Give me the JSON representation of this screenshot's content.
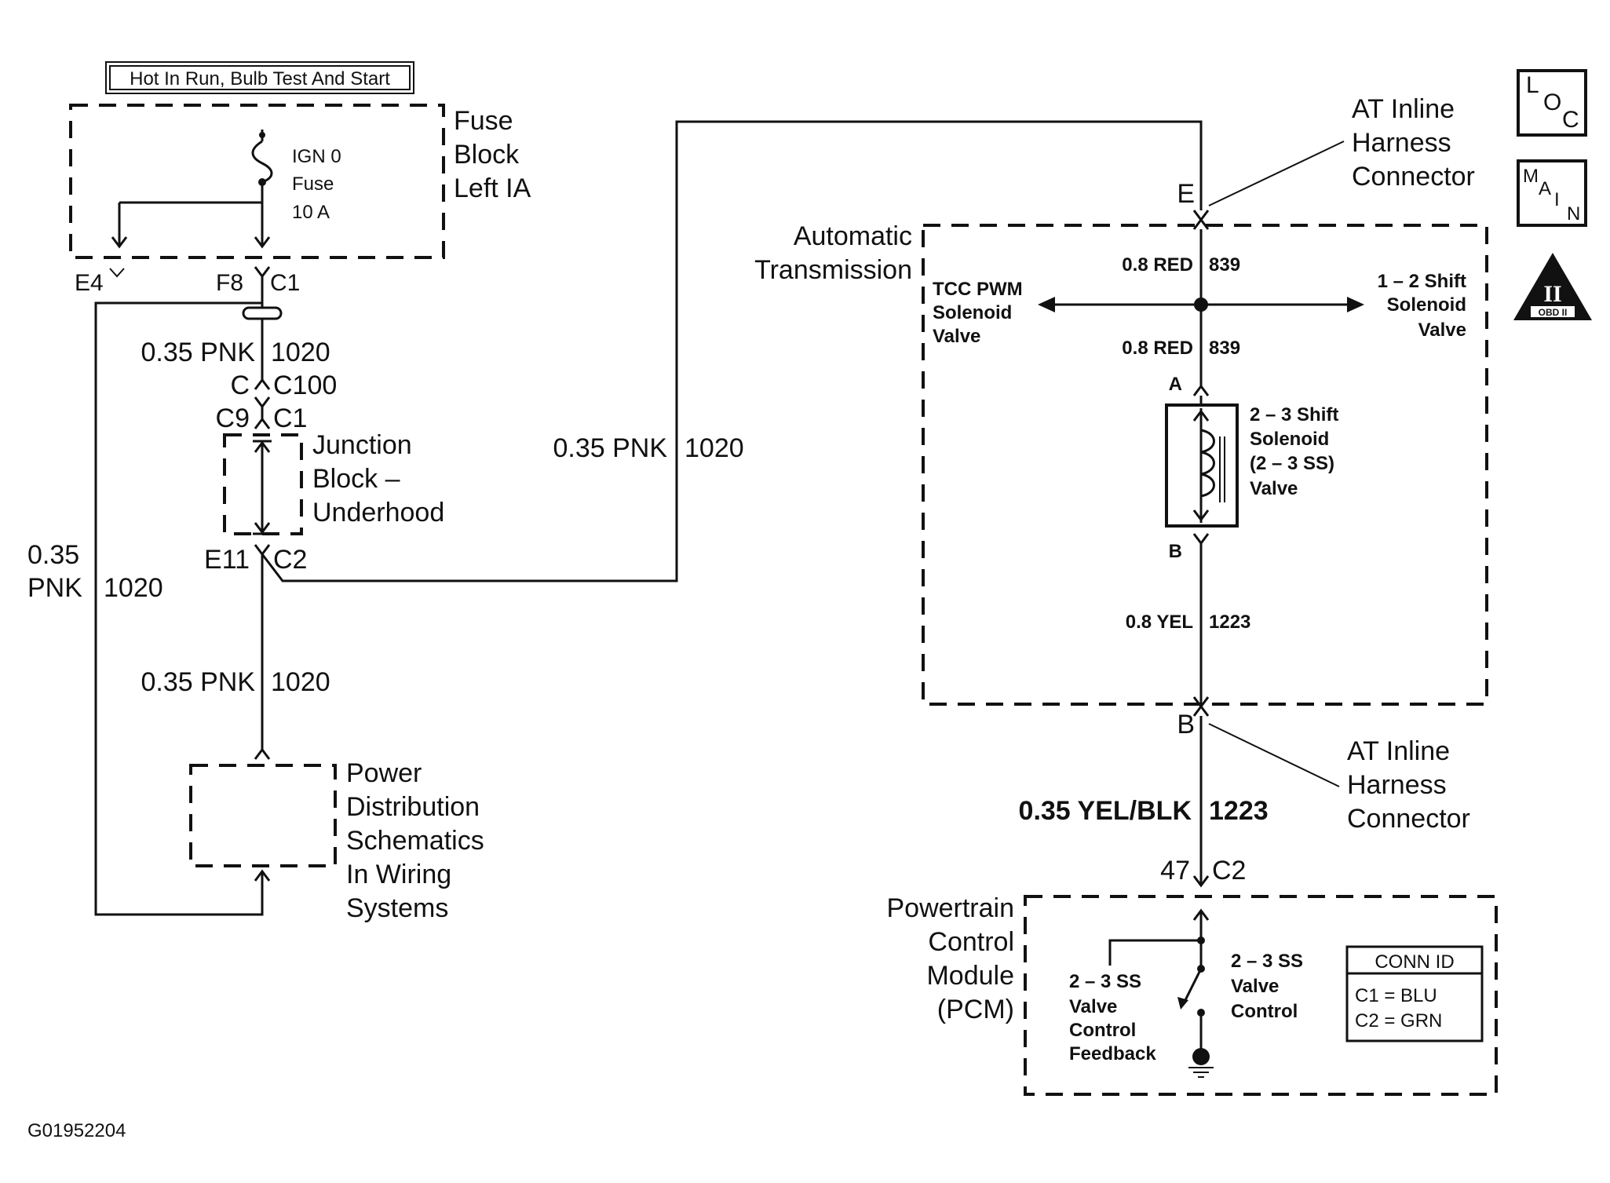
{
  "header_box": "Hot In Run, Bulb Test And Start",
  "fuse_block": {
    "title_lines": [
      "Fuse",
      "Block",
      "Left IA"
    ],
    "fuse_lines": [
      "IGN 0",
      "Fuse",
      "10 A"
    ],
    "term_e4": "E4",
    "term_f8": "F8",
    "term_c1": "C1"
  },
  "wire_pnk_1": {
    "gauge": "0.35 PNK",
    "circuit": "1020"
  },
  "c100": {
    "pin": "C",
    "conn": "C100"
  },
  "junction_block": {
    "title_lines": [
      "Junction",
      "Block –",
      "Underhood"
    ],
    "pin_top": "C9",
    "conn_top": "C1",
    "pin_bottom": "E11",
    "conn_bottom": "C2"
  },
  "wire_pnk_left": {
    "gauge_lines": [
      "0.35",
      "PNK"
    ],
    "circuit": "1020"
  },
  "wire_pnk_2": {
    "gauge": "0.35 PNK",
    "circuit": "1020"
  },
  "wire_pnk_mid": {
    "gauge": "0.35 PNK",
    "circuit": "1020"
  },
  "power_dist": {
    "title_lines": [
      "Power",
      "Distribution",
      "Schematics",
      "In Wiring",
      "Systems"
    ]
  },
  "figure_id": "G01952204",
  "connector_top": {
    "pin": "E",
    "title_lines": [
      "AT Inline",
      "Harness",
      "Connector"
    ]
  },
  "auto_trans": {
    "title_lines": [
      "Automatic",
      "Transmission"
    ],
    "wire_red_top": {
      "gauge": "0.8 RED",
      "circuit": "839"
    },
    "wire_red_bottom": {
      "gauge": "0.8 RED",
      "circuit": "839"
    },
    "tcc_lines": [
      "TCC PWM",
      "Solenoid",
      "Valve"
    ],
    "shift12_lines": [
      "1 – 2 Shift",
      "Solenoid",
      "Valve"
    ],
    "pin_a": "A",
    "pin_b": "B",
    "solenoid_lines": [
      "2 – 3 Shift",
      "Solenoid",
      "(2 – 3 SS)",
      "Valve"
    ],
    "wire_yel": {
      "gauge": "0.8 YEL",
      "circuit": "1223"
    }
  },
  "connector_bottom": {
    "pin": "B",
    "title_lines": [
      "AT Inline",
      "Harness",
      "Connector"
    ]
  },
  "wire_yel_blk": {
    "gauge": "0.35 YEL/BLK",
    "circuit": "1223"
  },
  "pcm_pin": {
    "pin": "47",
    "conn": "C2"
  },
  "pcm": {
    "title_lines": [
      "Powertrain",
      "Control",
      "Module",
      "(PCM)"
    ],
    "feedback_lines": [
      "2 – 3 SS",
      "Valve",
      "Control",
      "Feedback"
    ],
    "control_lines": [
      "2 – 3 SS",
      "Valve",
      "Control"
    ],
    "conn_id": {
      "header": "CONN ID",
      "rows": [
        "C1 = BLU",
        "C2 = GRN"
      ]
    }
  },
  "icons": {
    "loc": [
      "L",
      "O",
      "C"
    ],
    "main": [
      "M",
      "A",
      "I",
      "N"
    ],
    "obd": {
      "numeral": "II",
      "label": "OBD II"
    }
  }
}
